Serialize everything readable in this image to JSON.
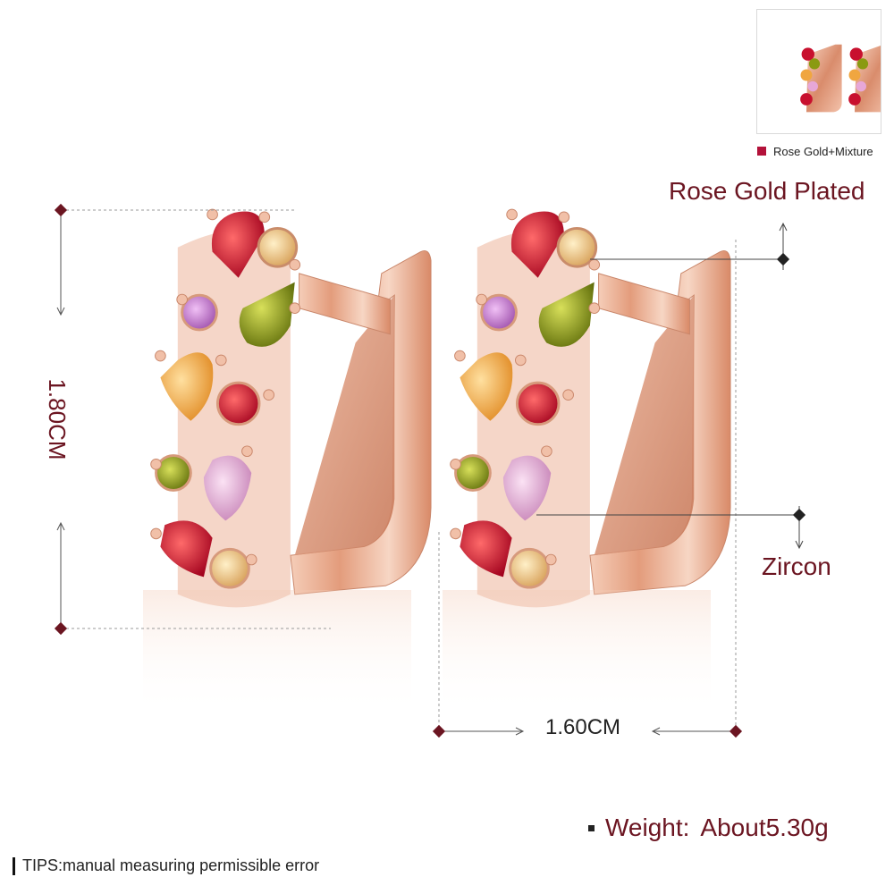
{
  "variant": {
    "label": "Rose Gold+Mixture",
    "color": "#b3123a"
  },
  "annotations": {
    "plating": "Rose Gold Plated",
    "stone": "Zircon",
    "height": "1.80CM",
    "width": "1.60CM"
  },
  "weight": {
    "label": "Weight:",
    "value": "About5.30g"
  },
  "tips": "TIPS:manual measuring permissible error",
  "colors": {
    "text_accent": "#6b1521",
    "rose_gold": "#e9a98d",
    "gem_red": "#c8102e",
    "gem_olive": "#8a9a12",
    "gem_orange": "#f0a640",
    "gem_pink": "#e7a7d8",
    "gem_champagne": "#f3c98a",
    "gem_purple": "#c77dd1"
  }
}
